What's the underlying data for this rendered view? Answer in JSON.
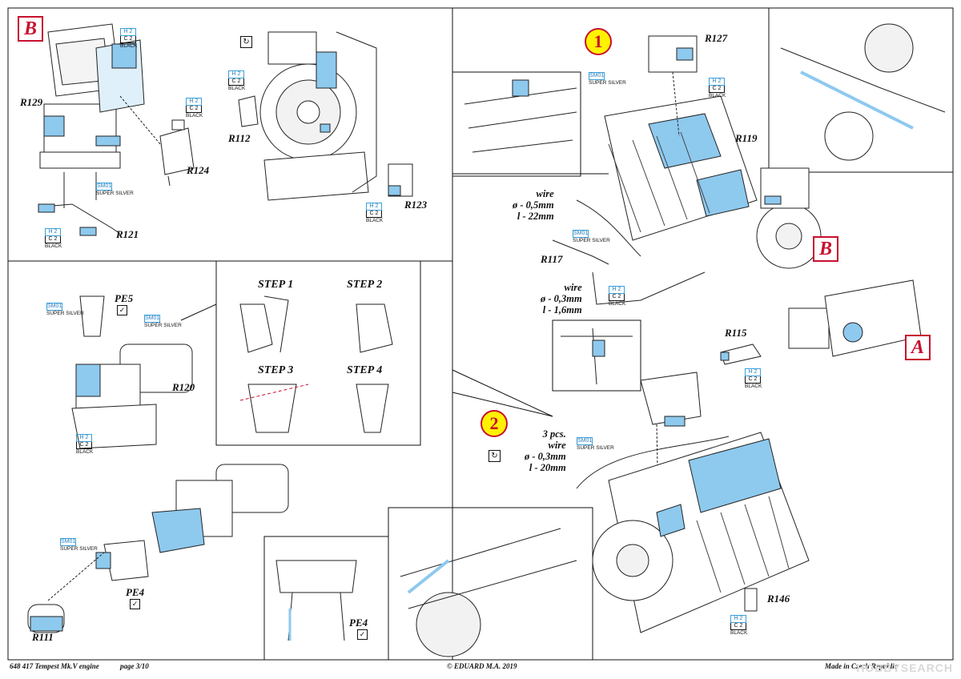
{
  "footer": {
    "kit": "648 417  Tempest Mk.V engine",
    "page": "page 3/10",
    "copyright": "© EDUARD  M.A. 2019",
    "made_in": "Made in Czech Republic"
  },
  "watermark": "HOBBYSEARCH",
  "section_letters": {
    "b_top": "B",
    "b_right": "B",
    "a_right": "A"
  },
  "step_numbers": {
    "one": "1",
    "two": "2"
  },
  "parts": {
    "r129": "R129",
    "r124": "R124",
    "r121": "R121",
    "r112": "R112",
    "r123": "R123",
    "r127": "R127",
    "r119": "R119",
    "r117": "R117",
    "r115": "R115",
    "pe5": "PE5",
    "r120": "R120",
    "pe4_a": "PE4",
    "pe4_b": "PE4",
    "r111": "R111",
    "r146": "R146"
  },
  "steps": {
    "s1": "STEP 1",
    "s2": "STEP 2",
    "s3": "STEP 3",
    "s4": "STEP 4"
  },
  "wires": {
    "w1": [
      "wire",
      "ø - 0,5mm",
      "l - 22mm"
    ],
    "w2": [
      "wire",
      "ø - 0,3mm",
      "l - 1,6mm"
    ],
    "w3": [
      "3 pcs.",
      "wire",
      "ø - 0,3mm",
      "l - 20mm"
    ]
  },
  "paint_black": {
    "code1": "H 2",
    "code2": "C 2",
    "name": "BLACK"
  },
  "paint_silver": {
    "code": "SM01",
    "name": "SUPER SILVER"
  },
  "icons": [
    "flip-icon",
    "check-icon"
  ],
  "colors": {
    "accent_red": "#c8102e",
    "highlight_blue": "#8ec9ee",
    "step_yellow": "#fff200"
  }
}
